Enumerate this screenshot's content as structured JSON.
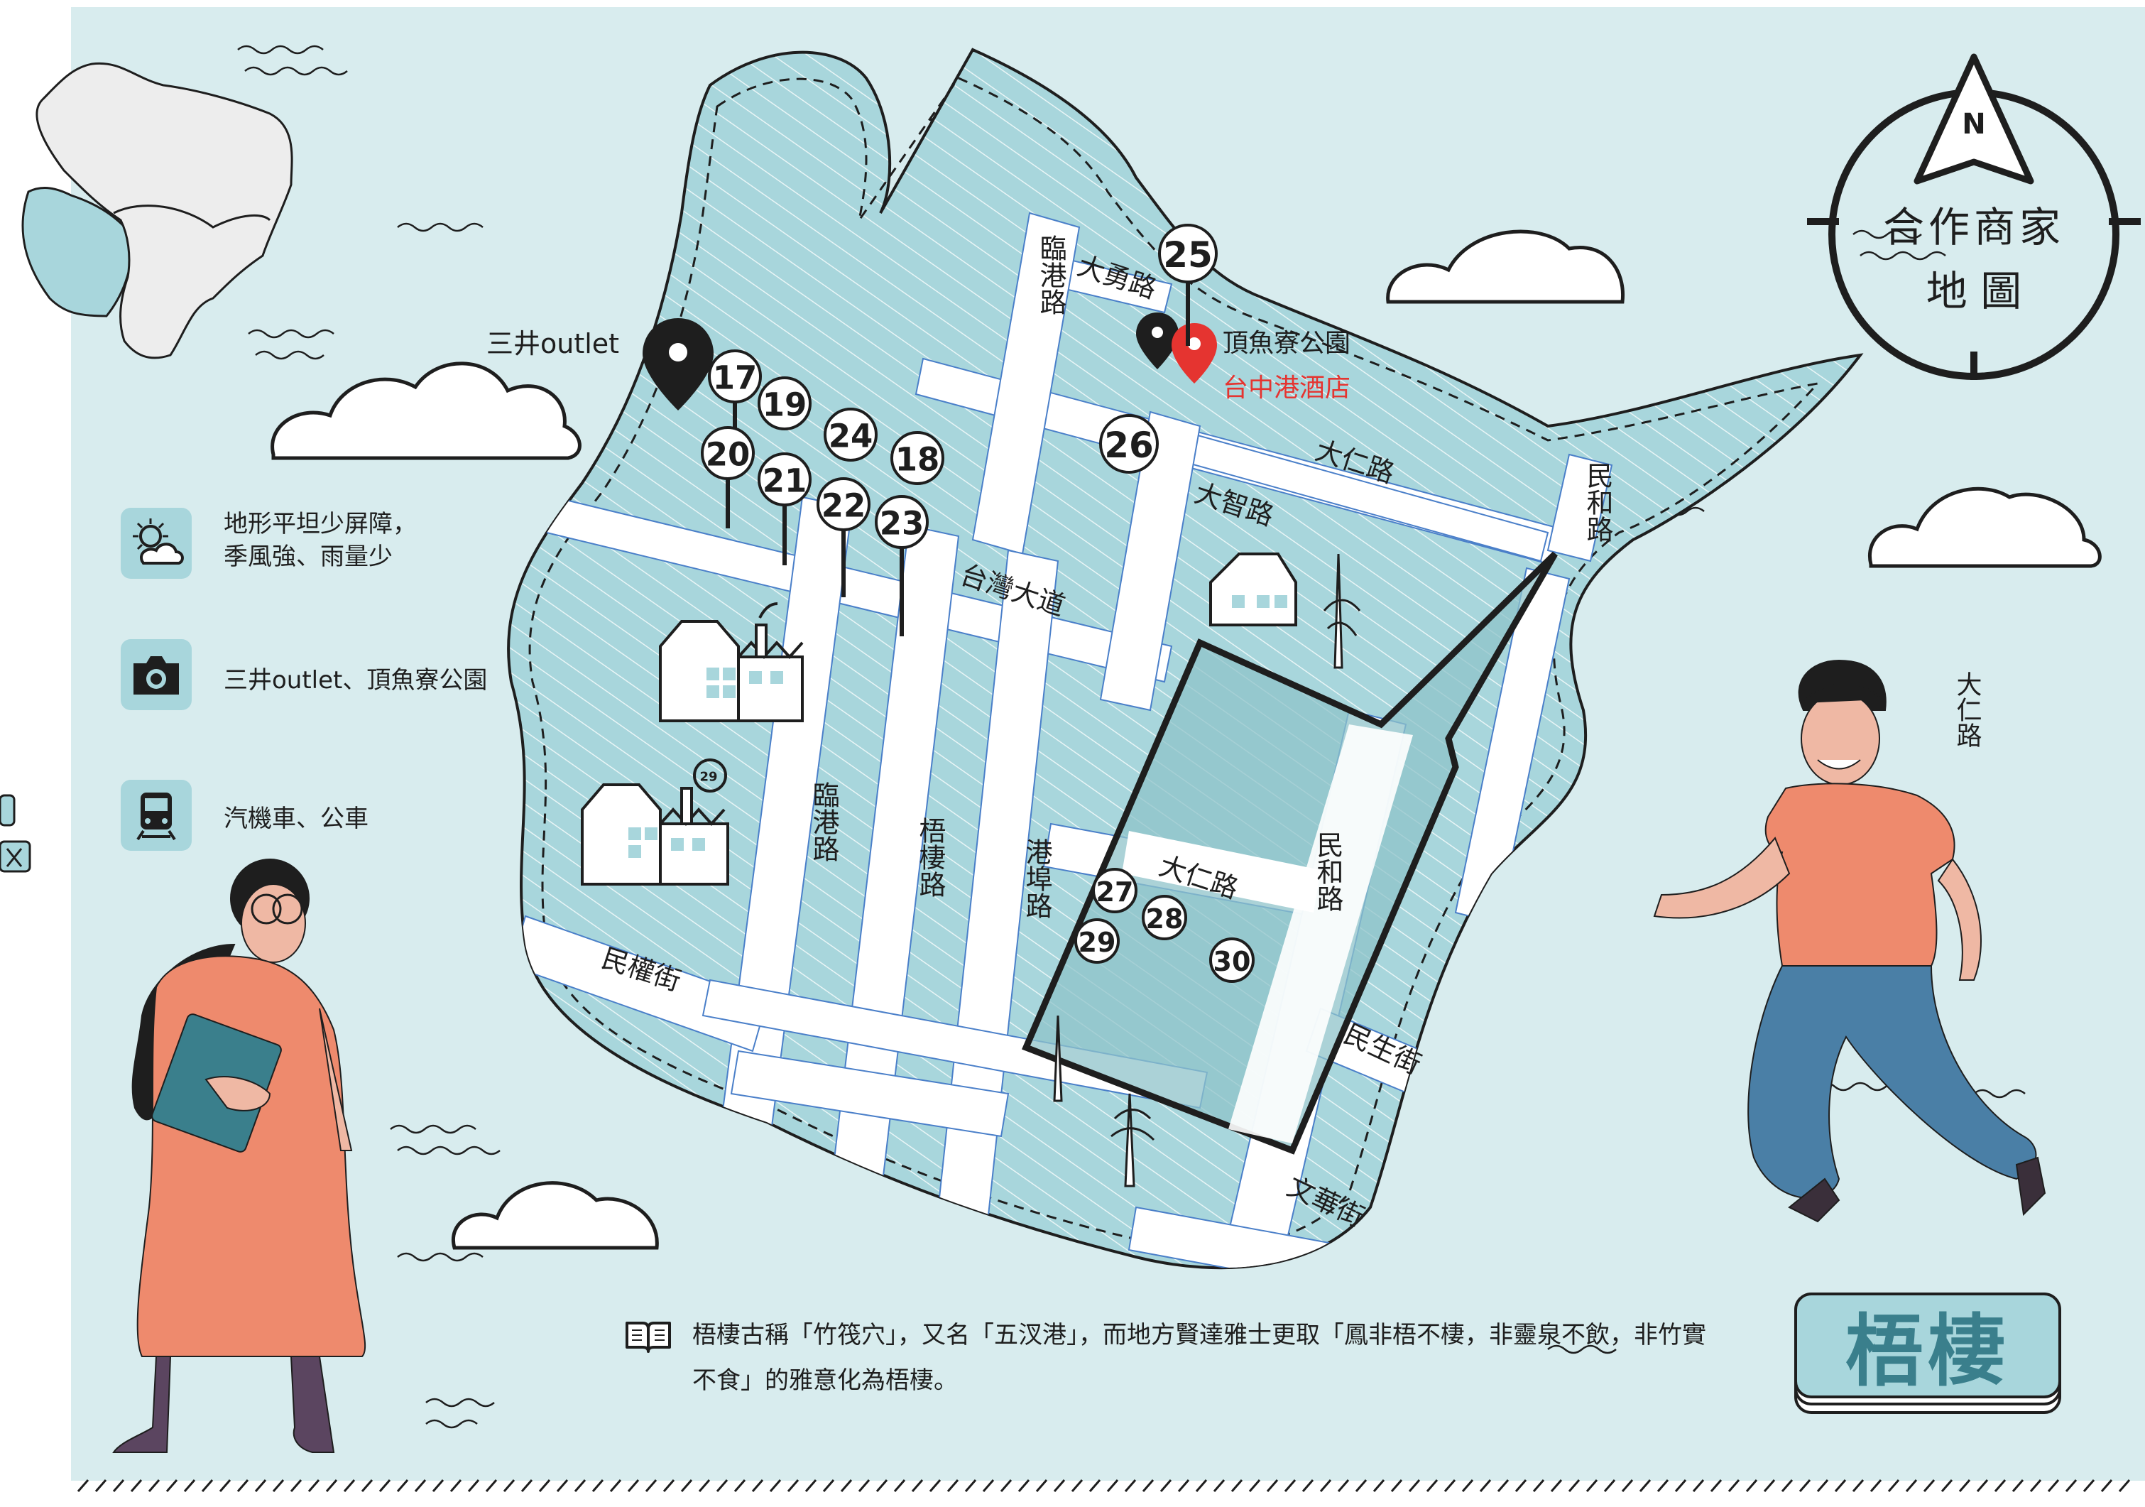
{
  "map": {
    "title_line1": "合作商家",
    "title_line2": "地 圖",
    "compass_letter": "N",
    "district_name": "梧棲",
    "description": "梧棲古稱「竹筏穴」，又名「五汊港」，而地方賢達雅士更取「鳳非梧不棲，非靈泉不飲，非竹實不食」的雅意化為梧棲。"
  },
  "features": [
    {
      "icon": "weather-icon",
      "text_line1": "地形平坦少屏障，",
      "text_line2": "季風強、雨量少"
    },
    {
      "icon": "camera-icon",
      "text_line1": "三井outlet、頂魚寮公園",
      "text_line2": ""
    },
    {
      "icon": "train-icon",
      "text_line1": "汽機車、公車",
      "text_line2": ""
    }
  ],
  "landmarks": {
    "mitsui": "三井outlet",
    "park": "頂魚寮公園",
    "hotel": "台中港酒店"
  },
  "streets": {
    "linkang_top": "臨港路",
    "dayong": "大勇路",
    "daren_top": "大仁路",
    "dazhi": "大智路",
    "minhe_top": "民和路",
    "taiwan_blvd": "台灣大道",
    "linkang_left": "臨港路",
    "wuqi_rd": "梧棲路",
    "gangbu": "港埠路",
    "daren_mid": "大仁路",
    "minhe_mid": "民和路",
    "minquan": "民權街",
    "minsheng": "民生街",
    "wenhua": "文華街",
    "daren_right": "大仁路"
  },
  "partners": [
    "17",
    "18",
    "19",
    "20",
    "21",
    "22",
    "23",
    "24",
    "25",
    "26",
    "27",
    "28",
    "29",
    "30"
  ],
  "colors": {
    "sea": "#d8ecee",
    "land": "#a8d6dc",
    "road": "#ffffff",
    "outline": "#1e1e1e",
    "highlight": "#e53430",
    "shirt": "#ee8a6d",
    "accent": "#3a7f8c"
  }
}
